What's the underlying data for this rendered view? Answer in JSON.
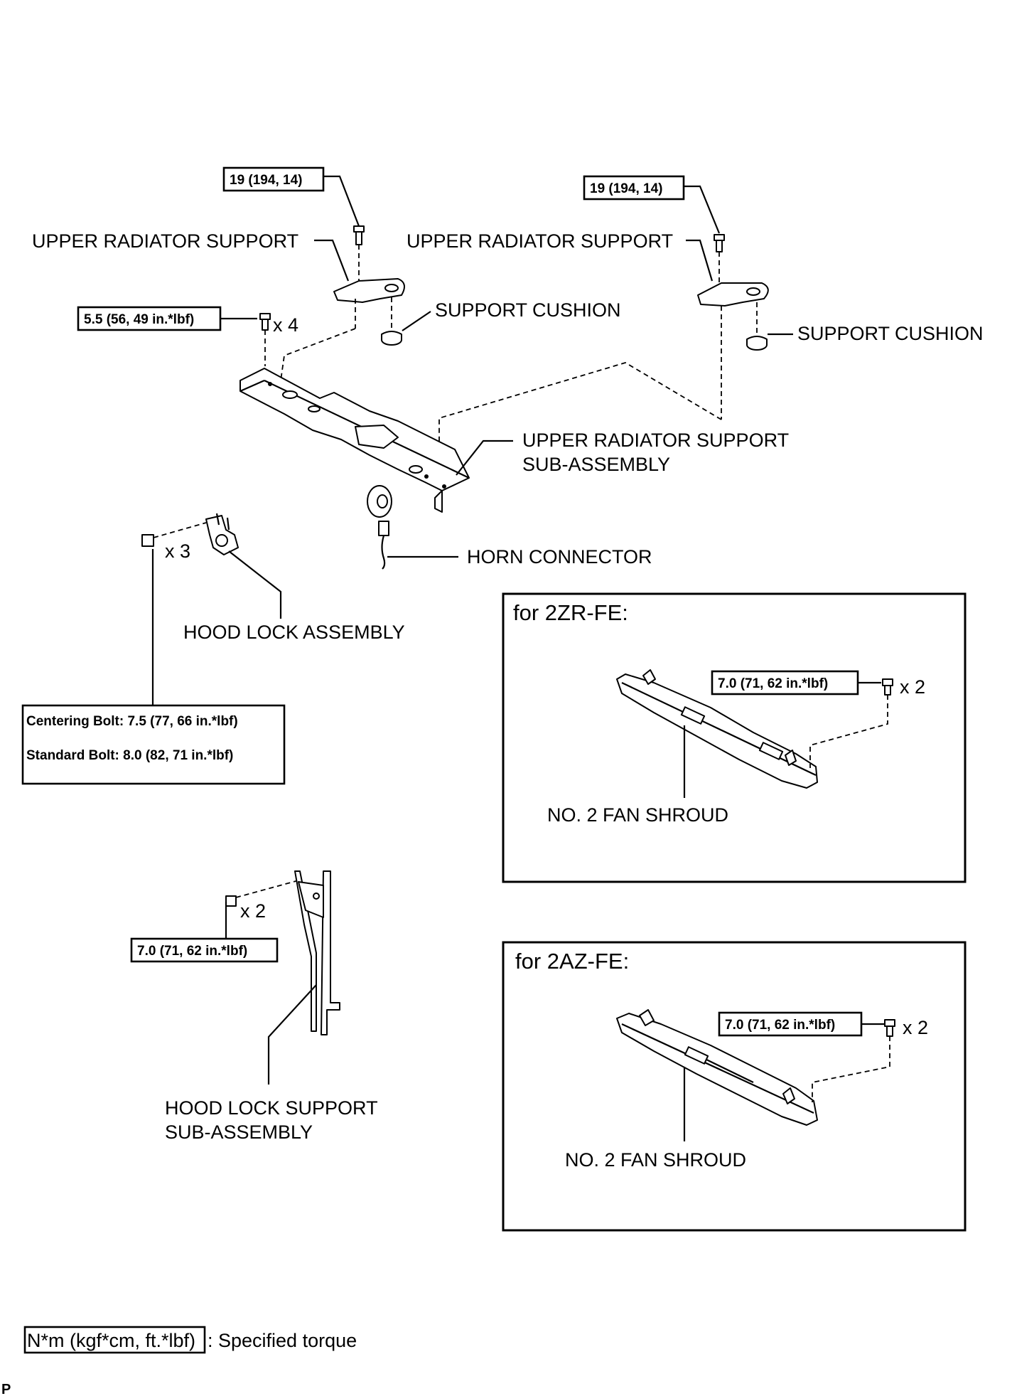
{
  "torques": {
    "upper_support_left": "19 (194, 14)",
    "upper_support_right": "19 (194, 14)",
    "support_bolts": "5.5 (56, 49 in.*lbf)",
    "hood_lock_centering": "Centering Bolt: 7.5 (77, 66 in.*lbf)",
    "hood_lock_standard": "Standard Bolt: 8.0 (82, 71 in.*lbf)",
    "hood_lock_support": "7.0 (71, 62 in.*lbf)",
    "fan_shroud_2zr": "7.0 (71, 62 in.*lbf)",
    "fan_shroud_2az": "7.0 (71, 62 in.*lbf)"
  },
  "quantities": {
    "support_bolts": "x 4",
    "hood_lock_bolts": "x 3",
    "hood_lock_support_bolts": "x 2",
    "fan_shroud_2zr_bolts": "x 2",
    "fan_shroud_2az_bolts": "x 2"
  },
  "labels": {
    "upper_radiator_support_left": "UPPER RADIATOR SUPPORT",
    "upper_radiator_support_right": "UPPER RADIATOR SUPPORT",
    "support_cushion_left": "SUPPORT CUSHION",
    "support_cushion_right": "SUPPORT CUSHION",
    "upper_support_sub_line1": "UPPER RADIATOR SUPPORT",
    "upper_support_sub_line2": "SUB-ASSEMBLY",
    "horn_connector": "HORN CONNECTOR",
    "hood_lock_assembly": "HOOD LOCK ASSEMBLY",
    "hood_lock_support_line1": "HOOD LOCK SUPPORT",
    "hood_lock_support_line2": "SUB-ASSEMBLY",
    "fan_shroud_2zr": "NO. 2 FAN SHROUD",
    "fan_shroud_2az": "NO. 2 FAN SHROUD"
  },
  "variants": {
    "zr_title": "for 2ZR-FE:",
    "az_title": "for 2AZ-FE:"
  },
  "legend": {
    "unit": "N*m (kgf*cm, ft.*lbf)",
    "meaning": ": Specified torque"
  },
  "corner_mark": "P"
}
